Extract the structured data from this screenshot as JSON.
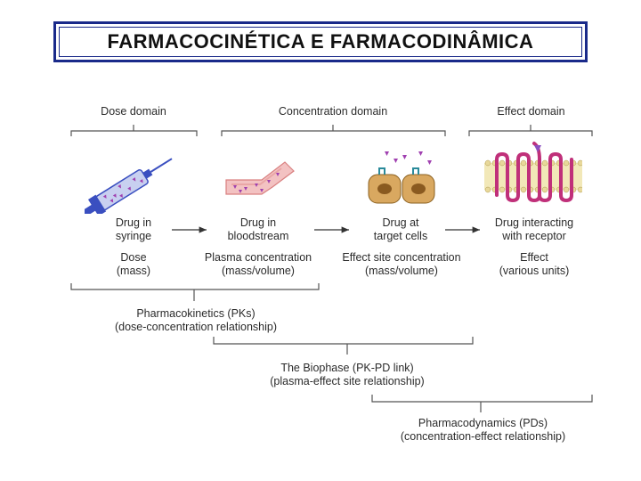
{
  "title": "FARMACOCINÉTICA E FARMACODINÂMICA",
  "domains": {
    "dose": "Dose domain",
    "concentration": "Concentration domain",
    "effect": "Effect domain"
  },
  "stages": [
    {
      "line1": "Drug in",
      "line2": "syringe",
      "measure1": "Dose",
      "measure2": "(mass)"
    },
    {
      "line1": "Drug in",
      "line2": "bloodstream",
      "measure1": "Plasma concentration",
      "measure2": "(mass/volume)"
    },
    {
      "line1": "Drug at",
      "line2": "target cells",
      "measure1": "Effect site concentration",
      "measure2": "(mass/volume)"
    },
    {
      "line1": "Drug interacting",
      "line2": "with receptor",
      "measure1": "Effect",
      "measure2": "(various units)"
    }
  ],
  "relationships": {
    "pk_title": "Pharmacokinetics (PKs)",
    "pk_sub": "(dose-concentration relationship)",
    "biophase_title": "The Biophase (PK-PD link)",
    "biophase_sub": "(plasma-effect site relationship)",
    "pd_title": "Pharmacodynamics (PDs)",
    "pd_sub": "(concentration-effect relationship)"
  },
  "colors": {
    "title_border": "#1a2a8a",
    "syringe": "#3a4fc0",
    "drug_particles": "#a040b0",
    "blood_vessel": "#e9a6a6",
    "cell": "#d9a860",
    "receptor": "#c0307a",
    "membrane": "#e8d89a"
  }
}
